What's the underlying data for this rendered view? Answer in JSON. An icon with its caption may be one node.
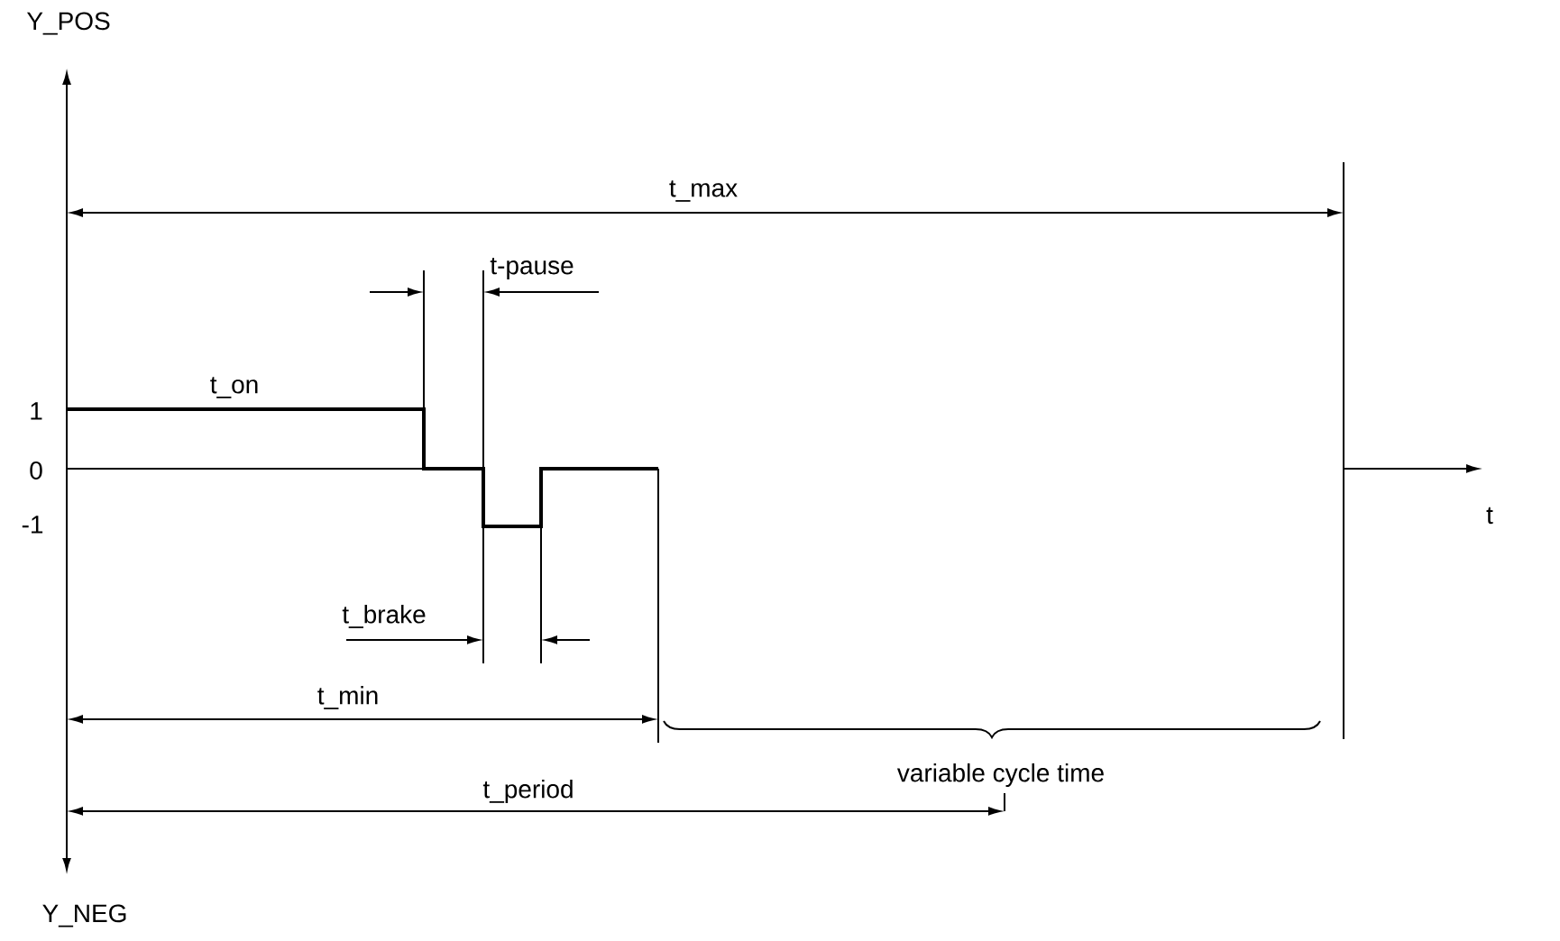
{
  "diagram": {
    "labels": [
      "Y_POS",
      "t_max",
      "t-pause",
      "1",
      "0",
      "-1",
      "t_on",
      "t_brake",
      "t_min",
      "t_period",
      "variable cycle time",
      "t",
      "Y_NEG"
    ]
  }
}
